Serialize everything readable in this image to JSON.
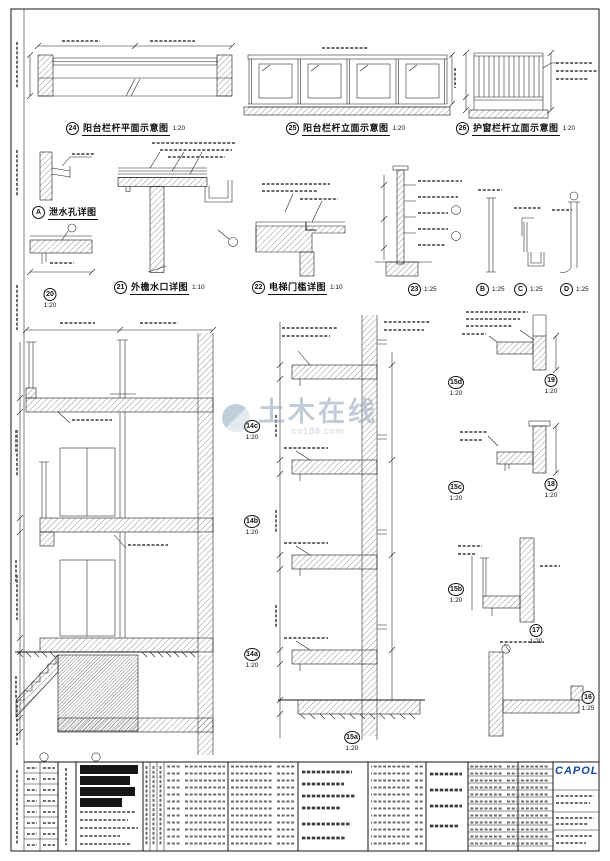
{
  "watermark": {
    "brand": "土木在线",
    "site": "co188.com"
  },
  "titleblock": {
    "logo": "CAPOL"
  },
  "details": {
    "t24": {
      "num": "24",
      "title": "阳台栏杆平面示意图",
      "scale": "1:20"
    },
    "t25": {
      "num": "25",
      "title": "阳台栏杆立面示意图",
      "scale": "1:20"
    },
    "t26": {
      "num": "26",
      "title": "护窗栏杆立面示意图",
      "scale": "1:20"
    },
    "tA": {
      "num": "A",
      "title": "泄水孔详图",
      "scale": ""
    },
    "t20": {
      "num": "20",
      "scale": "1:20"
    },
    "t21": {
      "num": "21",
      "title": "外檐水口详图",
      "scale": "1:10"
    },
    "t22": {
      "num": "22",
      "title": "电梯门槛详图",
      "scale": "1:10"
    },
    "t23": {
      "num": "23",
      "scale": "1:25"
    },
    "tB": {
      "num": "B",
      "scale": "1:25"
    },
    "tC": {
      "num": "C",
      "scale": "1:25"
    },
    "tD": {
      "num": "D",
      "scale": "1:25"
    },
    "t14a": {
      "num": "14a",
      "scale": "1:20"
    },
    "t14b": {
      "num": "14b",
      "scale": "1:20"
    },
    "t14c": {
      "num": "14c",
      "scale": "1:20"
    },
    "t15a": {
      "num": "15a",
      "scale": "1:20"
    },
    "t15b": {
      "num": "15b",
      "scale": "1:20"
    },
    "t15c": {
      "num": "15c",
      "scale": "1:20"
    },
    "t15d": {
      "num": "15d",
      "scale": "1:20"
    },
    "t16": {
      "num": "16",
      "scale": "1:25"
    },
    "t17": {
      "num": "17",
      "scale": "1:20"
    },
    "t18": {
      "num": "18",
      "scale": "1:20"
    },
    "t19": {
      "num": "19",
      "scale": "1:20"
    }
  }
}
